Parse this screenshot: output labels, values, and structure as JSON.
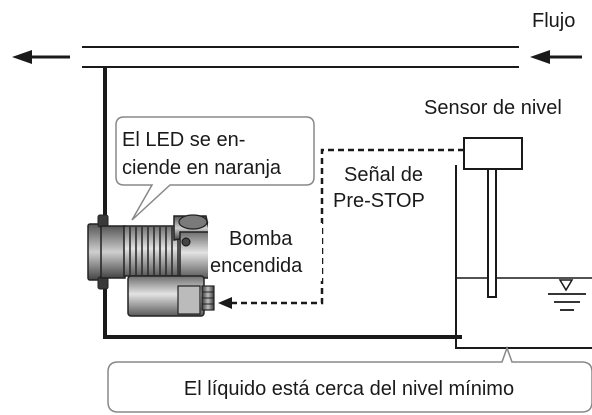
{
  "labels": {
    "flow": "Flujo",
    "level_sensor": "Sensor de nivel",
    "led_callout_line1": "El LED se en-",
    "led_callout_line2": "ciende en naranja",
    "prestop_line1": "Señal de",
    "prestop_line2": "Pre-STOP",
    "pump_line1": "Bomba",
    "pump_line2": "encendida",
    "bottom_callout": "El líquido está cerca del nivel mínimo"
  },
  "colors": {
    "line": "#1a1a1a",
    "pump_body": "#6a6a6a",
    "pump_dark": "#2a2a2a",
    "pump_light": "#d4d4d4",
    "callout_border": "#888888"
  },
  "icons": {
    "flow_direction": "arrow-left-icon",
    "signal": "dashed-arrow-left-icon",
    "liquid_level": "water-level-icon"
  }
}
